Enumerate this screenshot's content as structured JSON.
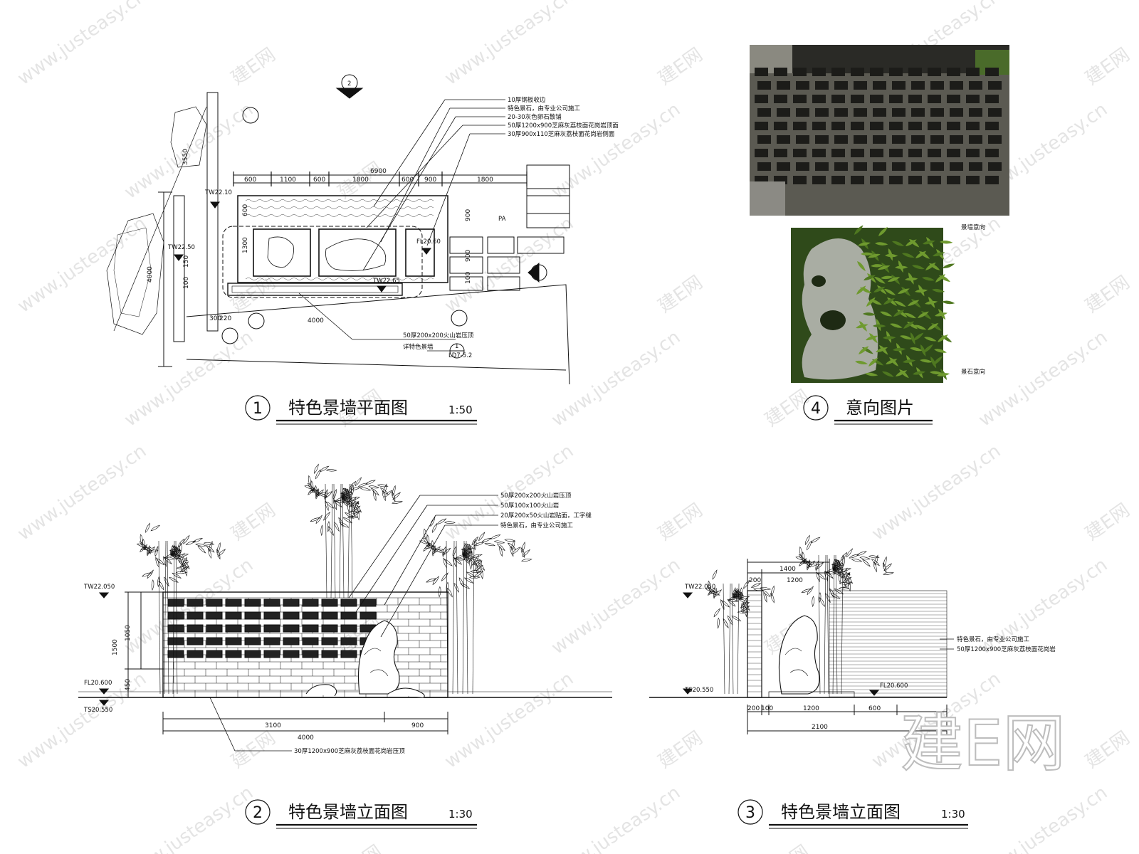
{
  "views": [
    {
      "number": "1",
      "title": "特色景墙平面图",
      "scale": "1:50"
    },
    {
      "number": "2",
      "title": "特色景墙立面图",
      "scale": "1:30"
    },
    {
      "number": "3",
      "title": "特色景墙立面图",
      "scale": "1:30"
    },
    {
      "number": "4",
      "title": "意向图片",
      "scale": ""
    }
  ],
  "plan": {
    "section_marker": "2",
    "callouts": [
      "10厚钢板收边",
      "特色景石，由专业公司施工",
      "20-30灰色卵石散铺",
      "50厚1200x900芝麻灰荔枝面花岗岩顶面",
      "30厚900x110芝麻灰荔枝面花岗岩侧面"
    ],
    "bottom_callout": "50厚200x200火山岩压顶",
    "detail_ref": "详特色景墙",
    "detail_ref_num": "1",
    "detail_ref_sheet": "LD7-5.2",
    "levels": [
      "TW22.10",
      "TW22.50",
      "FL20.60",
      "TW22.65"
    ],
    "label_pa": "PA",
    "dims_top": [
      "6900",
      "600",
      "1100",
      "600",
      "1800",
      "600",
      "900",
      "1800"
    ],
    "dims_left": [
      "3550",
      "4000",
      "600",
      "1300",
      "150",
      "100"
    ],
    "dims_right": [
      "900",
      "900",
      "100"
    ],
    "dims_bottom": [
      "300",
      "220",
      "4000"
    ]
  },
  "elev2": {
    "callouts": [
      "50厚200x200火山岩压顶",
      "50厚100x100火山岩",
      "20厚200x50火山岩贴面，工字缝",
      "特色景石，由专业公司施工"
    ],
    "bottom_callout": "30厚1200x900芝麻灰荔枝面花岗岩压顶",
    "levels": [
      "TW22.050",
      "FL20.600",
      "TS20.550"
    ],
    "dims_left": [
      "1050",
      "1500",
      "450"
    ],
    "dims_bottom": [
      "3100",
      "900",
      "4000"
    ]
  },
  "elev3": {
    "callouts": [
      "特色景石，由专业公司施工",
      "50厚1200x900芝麻灰荔枝面花岗岩"
    ],
    "levels": [
      "TW22.050",
      "TS20.550",
      "FL20.600"
    ],
    "dims_top": [
      "1400",
      "1200",
      "200"
    ],
    "dims_bottom": [
      "200",
      "100",
      "1200",
      "600",
      "2100"
    ]
  },
  "images": {
    "wall_caption": "景墙意向",
    "rock_caption": "景石意向"
  },
  "watermark": {
    "logo": "建E网",
    "url": "www.justeasy.cn"
  }
}
